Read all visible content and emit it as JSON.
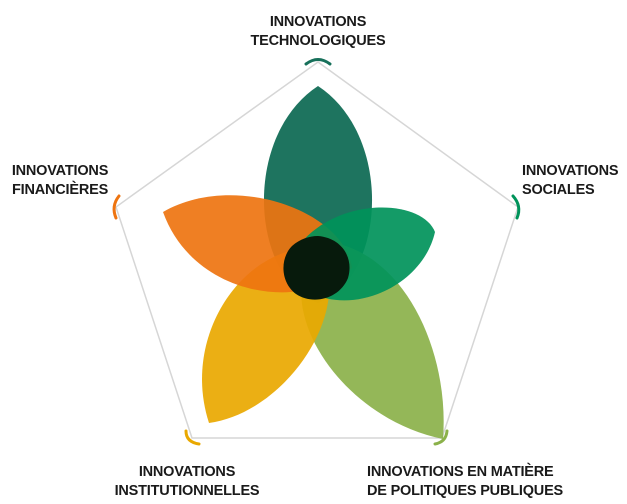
{
  "labels": {
    "top": [
      "INNOVATIONS",
      "TECHNOLOGIQUES"
    ],
    "right": [
      "INNOVATIONS",
      "SOCIALES"
    ],
    "bottom_right": [
      "INNOVATIONS EN MATIÈRE",
      "DE POLITIQUES PUBLIQUES"
    ],
    "bottom_left": [
      "INNOVATIONS",
      "INSTITUTIONNELLES"
    ],
    "left": [
      "INNOVATIONS",
      "FINANCIÈRES"
    ]
  },
  "colors": {
    "technologiques": "#17705a",
    "sociales": "#00935a",
    "politiques": "#8bb14a",
    "institutionnelles": "#e9a800",
    "financieres": "#ee7410",
    "center": "#071a0c",
    "pentagon": "#d6d6d6"
  }
}
